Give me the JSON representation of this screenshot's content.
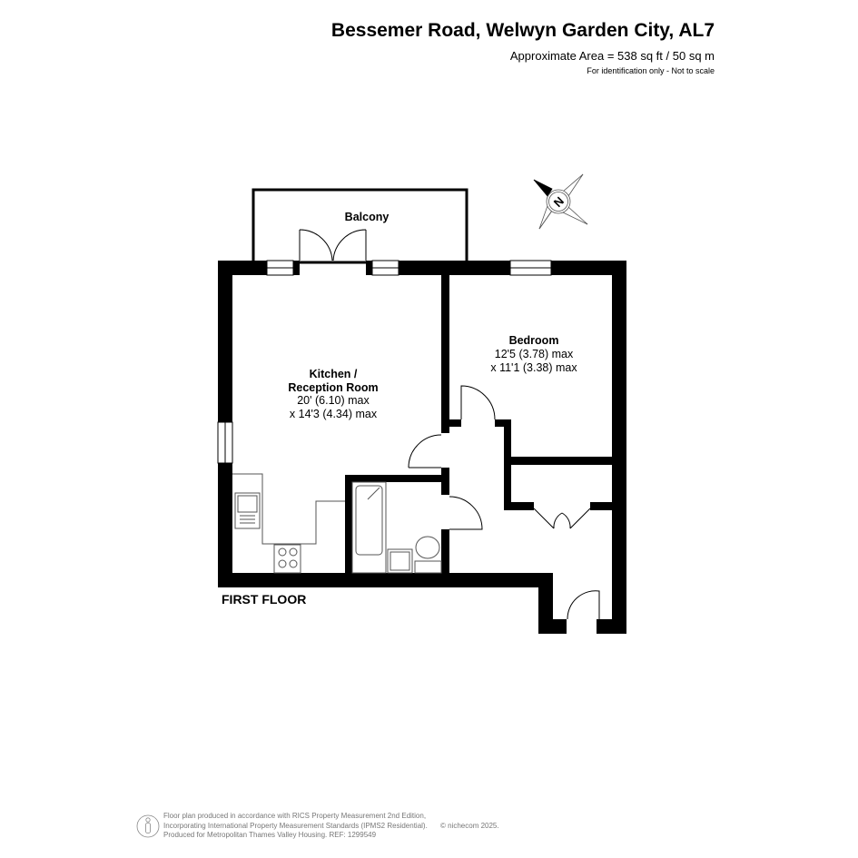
{
  "header": {
    "title": "Bessemer Road, Welwyn Garden City, AL7",
    "area": "Approximate Area = 538 sq ft / 50 sq m",
    "note": "For identification only - Not to scale"
  },
  "rooms": {
    "balcony": {
      "name": "Balcony"
    },
    "kitchen": {
      "name_line1": "Kitchen /",
      "name_line2": "Reception Room",
      "dim1": "20' (6.10) max",
      "dim2": "x 14'3 (4.34) max"
    },
    "bedroom": {
      "name": "Bedroom",
      "dim1": "12'5 (3.78) max",
      "dim2": "x 11'1 (3.38) max"
    }
  },
  "floor_label": "FIRST FLOOR",
  "compass": {
    "letter": "N",
    "icon": "compass-icon"
  },
  "footer": {
    "line1": "Floor plan produced in accordance with RICS Property Measurement 2nd Edition,",
    "line2": "Incorporating International Property Measurement Standards (IPMS2 Residential).",
    "line3": "Produced for Metropolitan Thames Valley Housing.   REF: 1299549",
    "copyright": "© nichecom 2025.",
    "icon": "person-icon"
  }
}
